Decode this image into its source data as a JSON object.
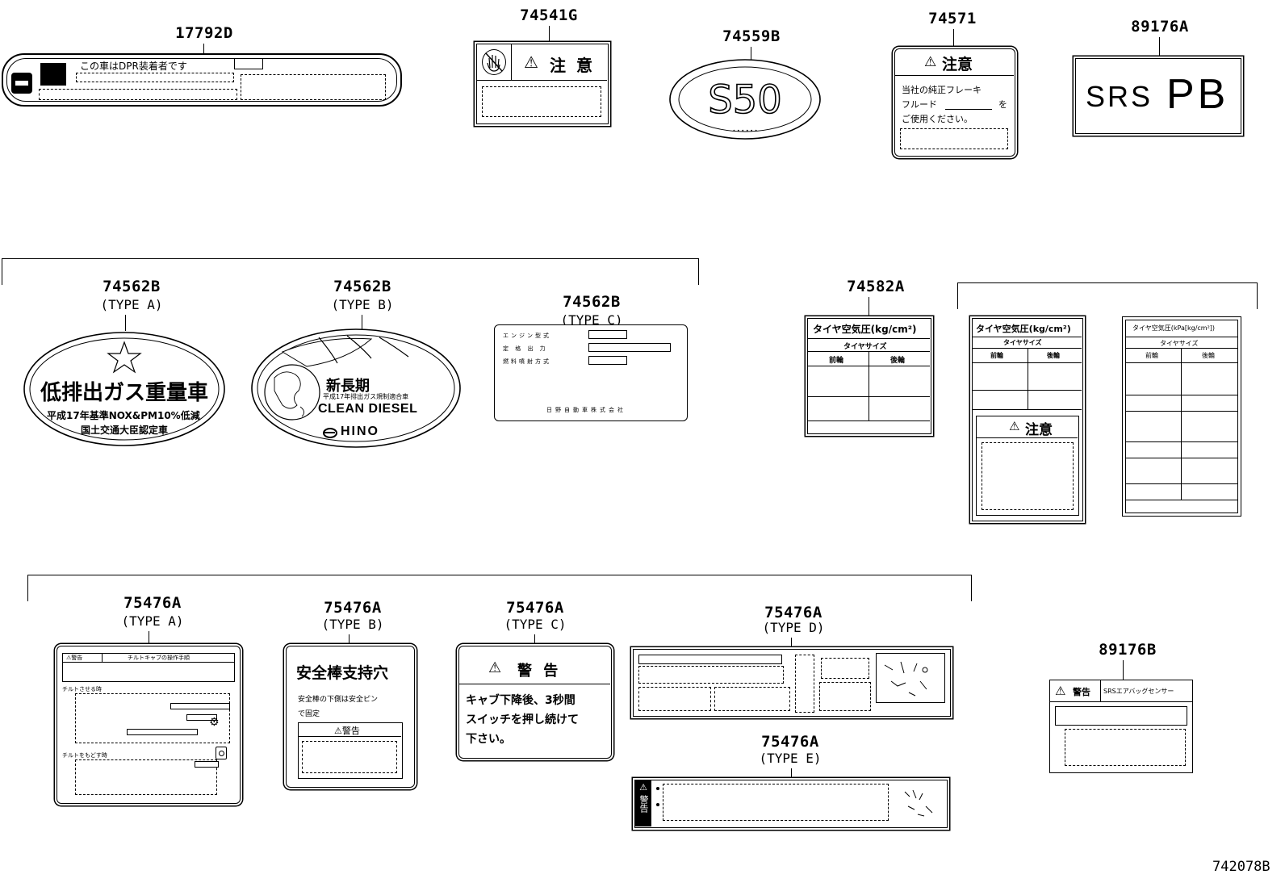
{
  "diagram_id": "742078B",
  "labels": {
    "l17792D": {
      "part": "17792D",
      "text": "この車はDPR装着者です"
    },
    "l74541G": {
      "part": "74541G",
      "caution": "注 意"
    },
    "l74559B": {
      "part": "74559B",
      "text": "S50"
    },
    "l74571": {
      "part": "74571",
      "caution": "注意",
      "line1": "当社の純正フレーキ",
      "line2": "フルード",
      "line2b": "を",
      "line3": "ご使用ください。"
    },
    "l89176A": {
      "part": "89176A",
      "text1": "SRS",
      "text2": "PB"
    },
    "l74562B_A": {
      "part": "74562B",
      "type": "(TYPE A)",
      "title": "低排出ガス重量車",
      "line1": "平成17年基準NOX&PM10%低減",
      "line2": "国土交通大臣認定車"
    },
    "l74562B_B": {
      "part": "74562B",
      "type": "(TYPE B)",
      "title": "新長期",
      "sub": "平成17年排出ガス規制適合車",
      "brand1": "CLEAN DIESEL",
      "brand2": "HINO"
    },
    "l74562B_C": {
      "part": "74562B",
      "type": "(TYPE C)",
      "row1": "エンジン型式",
      "row2": "定 格 出 力",
      "row3": "燃料噴射方式",
      "footer": "日野自動車株式会社"
    },
    "l74582A": {
      "part": "74582A",
      "title": "タイヤ空気圧(kg/cm²)",
      "sub": "タイヤサイズ",
      "front": "前輪",
      "rear": "後輪"
    },
    "l74582A_b": {
      "title": "タイヤ空気圧(kg/cm²)",
      "sub": "タイヤサイズ",
      "front": "前輪",
      "rear": "後輪",
      "caution": "注意"
    },
    "l74582A_c": {
      "title": "タイヤ空気圧(kPa[kg/cm²])",
      "sub": "タイヤサイズ",
      "front": "前輪",
      "rear": "後輪"
    },
    "l75476A_A": {
      "part": "75476A",
      "type": "(TYPE A)",
      "warn": "警告",
      "head": "チルトキャブの操作手順",
      "s1": "チルトさせる時",
      "s2": "チルトをもどす時"
    },
    "l75476A_B": {
      "part": "75476A",
      "type": "(TYPE B)",
      "title": "安全棒支持穴",
      "line1": "安全棒の下側は安全ピン",
      "line2": "で固定",
      "warn": "警告"
    },
    "l75476A_C": {
      "part": "75476A",
      "type": "(TYPE C)",
      "warn": "警 告",
      "line1": "キャブ下降後、3秒間",
      "line2": "スイッチを押し続けて",
      "line3": "下さい。"
    },
    "l75476A_D": {
      "part": "75476A",
      "type": "(TYPE D)"
    },
    "l75476A_E": {
      "part": "75476A",
      "type": "(TYPE E)",
      "side": "警告"
    },
    "l89176B": {
      "part": "89176B",
      "warn": "警告",
      "head": "SRSエアバッグセンサー"
    }
  }
}
